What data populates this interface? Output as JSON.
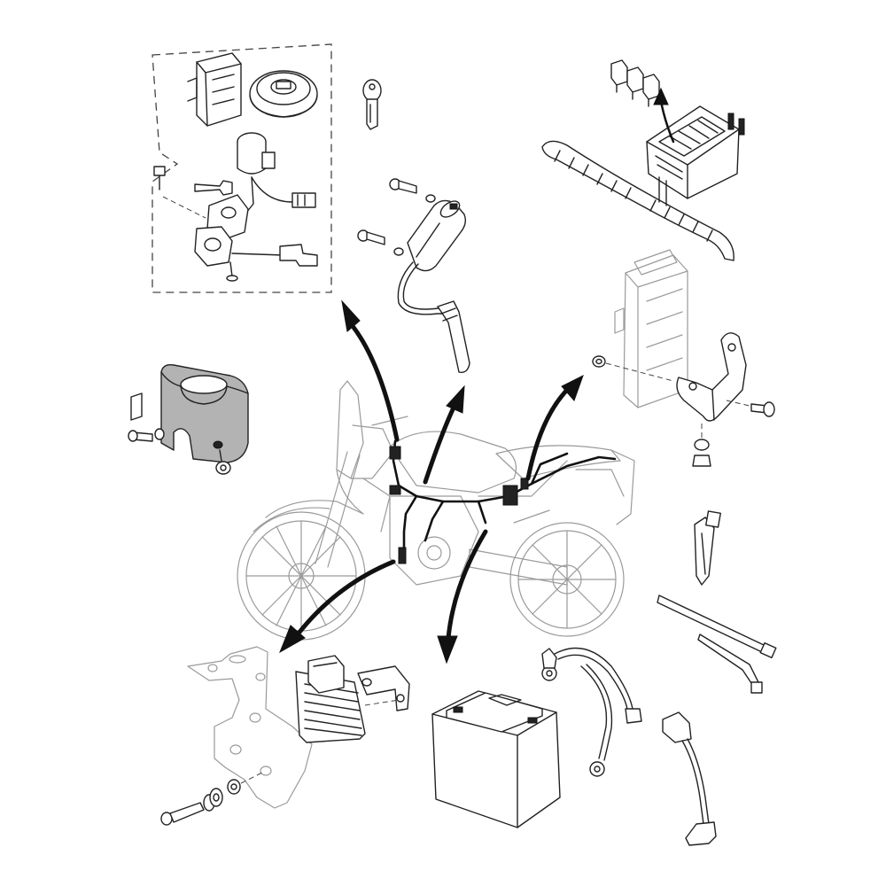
{
  "diagram": {
    "type": "exploded-parts-diagram",
    "subject": "motorcycle-electrical-components",
    "colors": {
      "line": "#222222",
      "ghost_line": "#9a9a9a",
      "shaded_part": "#b3b3b3",
      "background": "#ffffff"
    },
    "parts": [
      "ecu-immobilizer-kit",
      "ignition-key",
      "ignition-coil",
      "fuse-box",
      "ecu-unit-with-bracket",
      "ignition-switch-cover",
      "cable-ties",
      "regulator-rectifier-with-bracket",
      "battery",
      "battery-cables",
      "spark-plug-cap-lead",
      "motorcycle-overview"
    ]
  }
}
